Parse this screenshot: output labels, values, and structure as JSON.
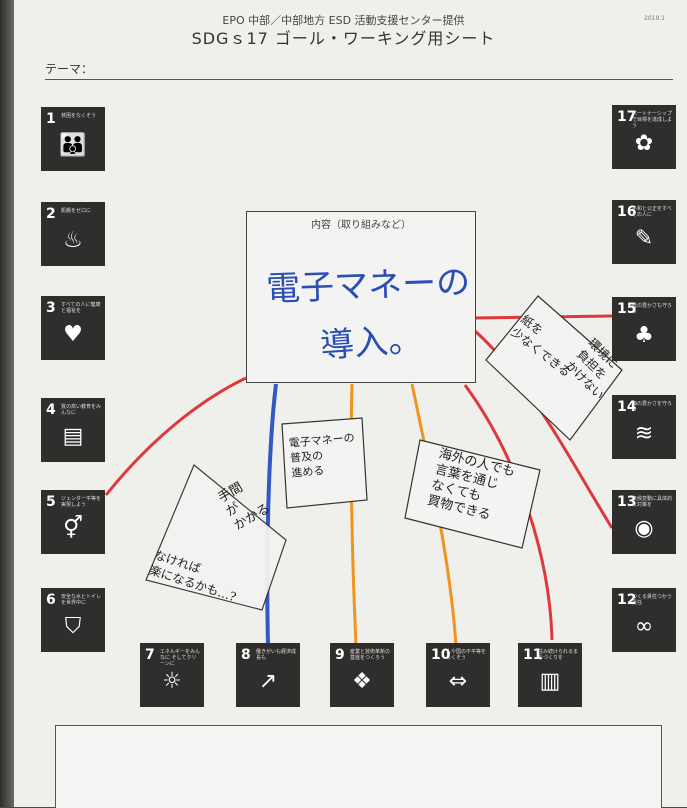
{
  "header": {
    "provider": "EPO 中部／中部地方 ESD 活動支援センター提供",
    "title": "SDGｓ17 ゴール・ワーキング用シート",
    "date": "2019.1"
  },
  "theme_label": "テーマ：",
  "center": {
    "label": "内容（取り組みなど）",
    "line1": "電子マネーの",
    "line2": "導入。"
  },
  "goals": [
    {
      "num": "1",
      "label": "貧困をなくそう",
      "icon": "people-icon",
      "glyph": "👪"
    },
    {
      "num": "2",
      "label": "飢餓をゼロに",
      "icon": "bowl-icon",
      "glyph": "♨"
    },
    {
      "num": "3",
      "label": "すべての人に健康と福祉を",
      "icon": "heartbeat-icon",
      "glyph": "♥"
    },
    {
      "num": "4",
      "label": "質の高い教育をみんなに",
      "icon": "book-icon",
      "glyph": "▤"
    },
    {
      "num": "5",
      "label": "ジェンダー平等を実現しよう",
      "icon": "gender-icon",
      "glyph": "⚥"
    },
    {
      "num": "6",
      "label": "安全な水とトイレを世界中に",
      "icon": "water-icon",
      "glyph": "⛉"
    },
    {
      "num": "7",
      "label": "エネルギーをみんなに そしてクリーンに",
      "icon": "sun-icon",
      "glyph": "☼"
    },
    {
      "num": "8",
      "label": "働きがいも経済成長も",
      "icon": "chart-icon",
      "glyph": "↗"
    },
    {
      "num": "9",
      "label": "産業と技術革新の基盤をつくろう",
      "icon": "cubes-icon",
      "glyph": "❖"
    },
    {
      "num": "10",
      "label": "人や国の不平等をなくそう",
      "icon": "equality-icon",
      "glyph": "⇔"
    },
    {
      "num": "11",
      "label": "住み続けられるまちづくりを",
      "icon": "city-icon",
      "glyph": "▥"
    },
    {
      "num": "12",
      "label": "つくる責任つかう責任",
      "icon": "infinity-icon",
      "glyph": "∞"
    },
    {
      "num": "13",
      "label": "気候変動に具体的な対策を",
      "icon": "eye-globe-icon",
      "glyph": "◉"
    },
    {
      "num": "14",
      "label": "海の豊かさを守ろう",
      "icon": "fish-icon",
      "glyph": "≋"
    },
    {
      "num": "15",
      "label": "陸の豊かさも守ろう",
      "icon": "tree-icon",
      "glyph": "♣"
    },
    {
      "num": "16",
      "label": "平和と公正をすべての人に",
      "icon": "dove-icon",
      "glyph": "✎"
    },
    {
      "num": "17",
      "label": "パートナーシップで目標を達成しよう",
      "icon": "flower-icon",
      "glyph": "✿"
    }
  ],
  "notes": {
    "n1": [
      "電子マネーの",
      "普及の",
      "進める"
    ],
    "n2": [
      "手間",
      "が",
      "かかる",
      "なければ",
      "楽になるかも…?"
    ],
    "n3": [
      "海外の人でも",
      "言葉を通じ",
      "なくても",
      "買物できる"
    ],
    "n4": [
      "紙を",
      "少なくできる",
      "環境に",
      "負担を",
      "かけない"
    ]
  }
}
